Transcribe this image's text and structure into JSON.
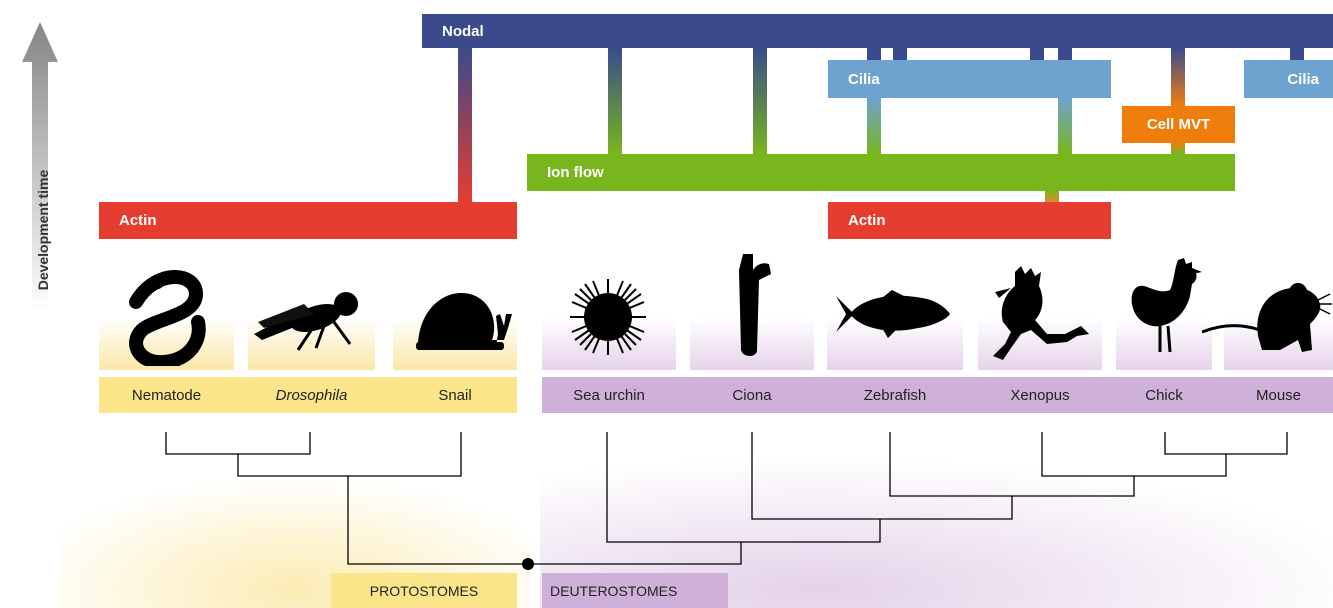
{
  "y_axis_label": "Development time",
  "mechanisms": {
    "nodal": "Nodal",
    "cilia_left": "Cilia",
    "cilia_right": "Cilia",
    "cell_mvt": "Cell MVT",
    "ion_flow": "Ion flow",
    "actin_protostome": "Actin",
    "actin_deuterostome": "Actin"
  },
  "species": [
    {
      "name": "Nematode",
      "italic": false,
      "group": "protostome",
      "silhouette": "worm-icon"
    },
    {
      "name": "Drosophila",
      "italic": true,
      "group": "protostome",
      "silhouette": "fly-icon"
    },
    {
      "name": "Snail",
      "italic": false,
      "group": "protostome",
      "silhouette": "snail-icon"
    },
    {
      "name": "Sea urchin",
      "italic": false,
      "group": "deuterostome",
      "silhouette": "sea-urchin-icon"
    },
    {
      "name": "Ciona",
      "italic": false,
      "group": "deuterostome",
      "silhouette": "ciona-icon"
    },
    {
      "name": "Zebrafish",
      "italic": false,
      "group": "deuterostome",
      "silhouette": "fish-icon"
    },
    {
      "name": "Xenopus",
      "italic": false,
      "group": "deuterostome",
      "silhouette": "frog-icon"
    },
    {
      "name": "Chick",
      "italic": false,
      "group": "deuterostome",
      "silhouette": "chicken-icon"
    },
    {
      "name": "Mouse",
      "italic": false,
      "group": "deuterostome",
      "silhouette": "mouse-icon"
    }
  ],
  "clades": {
    "protostomes": "PROTOSTOMES",
    "deuterostomes": "DEUTEROSTOMES"
  },
  "colors": {
    "nodal": "#3b4a8c",
    "cilia": "#6fa3cf",
    "cell_mvt": "#ef7d0b",
    "ion_flow": "#79b51c",
    "actin": "#e53d2f",
    "protostome_band": "#fbe58a",
    "deuterostome_band": "#cfb0d8"
  }
}
